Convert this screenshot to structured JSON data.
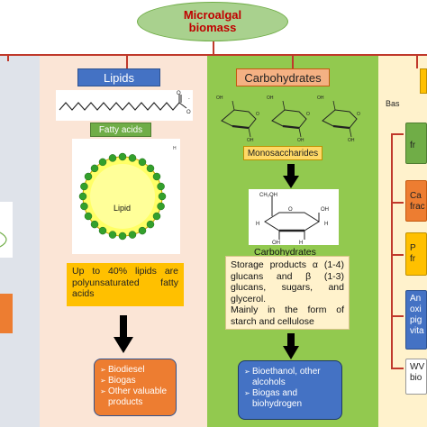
{
  "title": {
    "line1": "Microalgal",
    "line2": "biomass"
  },
  "lipids": {
    "header": "Lipids",
    "fatty_acids_label": "Fatty acids",
    "lipid_label": "Lipid",
    "fact": "Up to 40% lipids are polyunsaturated fatty acids",
    "products": [
      "Biodiesel",
      "Biogas",
      "Other valuable products"
    ]
  },
  "carbohydrates": {
    "header": "Carbohydrates",
    "mono_label": "Monosaccharides",
    "carb_label": "Carbohydrates",
    "fact_1": "Storage products α (1-4) glucans and β (1-3) glucans, sugars, and glycerol.",
    "fact_2": "Mainly in the form of starch and cellulose",
    "products": [
      "Bioethanol, other alcohols",
      "Biogas and biohydrogen"
    ]
  },
  "right_column": {
    "basis_text": "Bas",
    "box_1": "fr",
    "box_2_line1": "Ca",
    "box_2_line2": "frac",
    "box_3_line1": "P",
    "box_3_line2": "fr",
    "box_4_lines": [
      "An",
      "oxi",
      "pig",
      "vita"
    ],
    "box_5_lines": [
      "WV",
      "bio"
    ]
  },
  "colors": {
    "accent_red": "#c0392b",
    "lipids_bg": "#fbe5d6",
    "carbs_bg": "#92c94f",
    "header_blue": "#4472c4",
    "header_orange": "#f4b183"
  }
}
